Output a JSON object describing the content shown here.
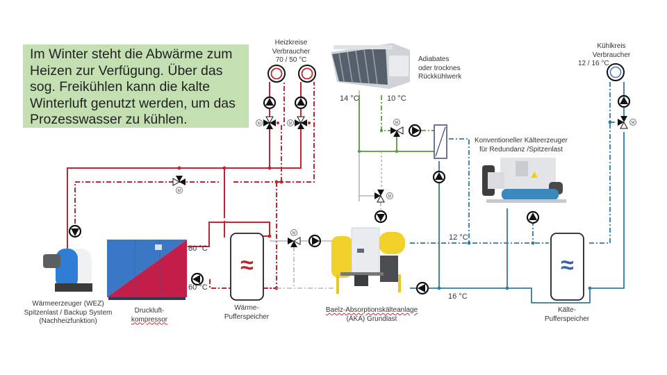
{
  "info_box": {
    "text": "Im Winter steht die Abwärme zum Heizen zur Verfügung. Über das sog. Freikühlen kann die kalte Winterluft genutzt werden, um das Prozesswasser zu kühlen."
  },
  "colors": {
    "heating": "#c0272d",
    "cooling": "#2e7aa8",
    "free_cooling": "#5a9a3a",
    "neutral": "#b0b0b0",
    "info_bg": "#c4e0b3"
  },
  "labels": {
    "heating_consumers": {
      "line1": "Heizkreise",
      "line2": "Verbraucher",
      "temp": "70 / 50 °C"
    },
    "cooling_consumers": {
      "line1": "Kühlkreis",
      "line2": "Verbraucher",
      "temp": "12 / 16 °C"
    },
    "dry_cooler": {
      "line1": "Adiabates",
      "line2": "oder trocknes",
      "line3": "Rückkühlwerk"
    },
    "conventional_chiller": {
      "line1": "Konventioneller Kälteerzeuger",
      "line2": "für Redundanz /Spitzenlast"
    },
    "heat_generator": {
      "line1": "Wärmeerzeuger (WEZ)",
      "line2": "Spitzenlast / Backup System",
      "line3": "(Nachheizfunktion)"
    },
    "compressor": {
      "line1": "Druckluft-",
      "line2": "kompressor"
    },
    "heat_buffer": {
      "line1": "Wärme-",
      "line2": "Pufferspeicher"
    },
    "absorption_chiller": {
      "line1": "Baelz-Absorptionskälteanlage",
      "line2": "(AKA) Grundlast"
    },
    "cold_buffer": {
      "line1": "Kälte-",
      "line2": "Pufferspeicher"
    }
  },
  "temperatures": {
    "dry_cooler_supply": "14 °C",
    "dry_cooler_return": "10 °C",
    "compressor_out": "80 °C",
    "compressor_in": "60 °C",
    "chilled_supply": "12 °C",
    "chilled_return": "16 °C"
  },
  "symbols": {
    "buffer_wave": "≈",
    "motor": "M"
  }
}
